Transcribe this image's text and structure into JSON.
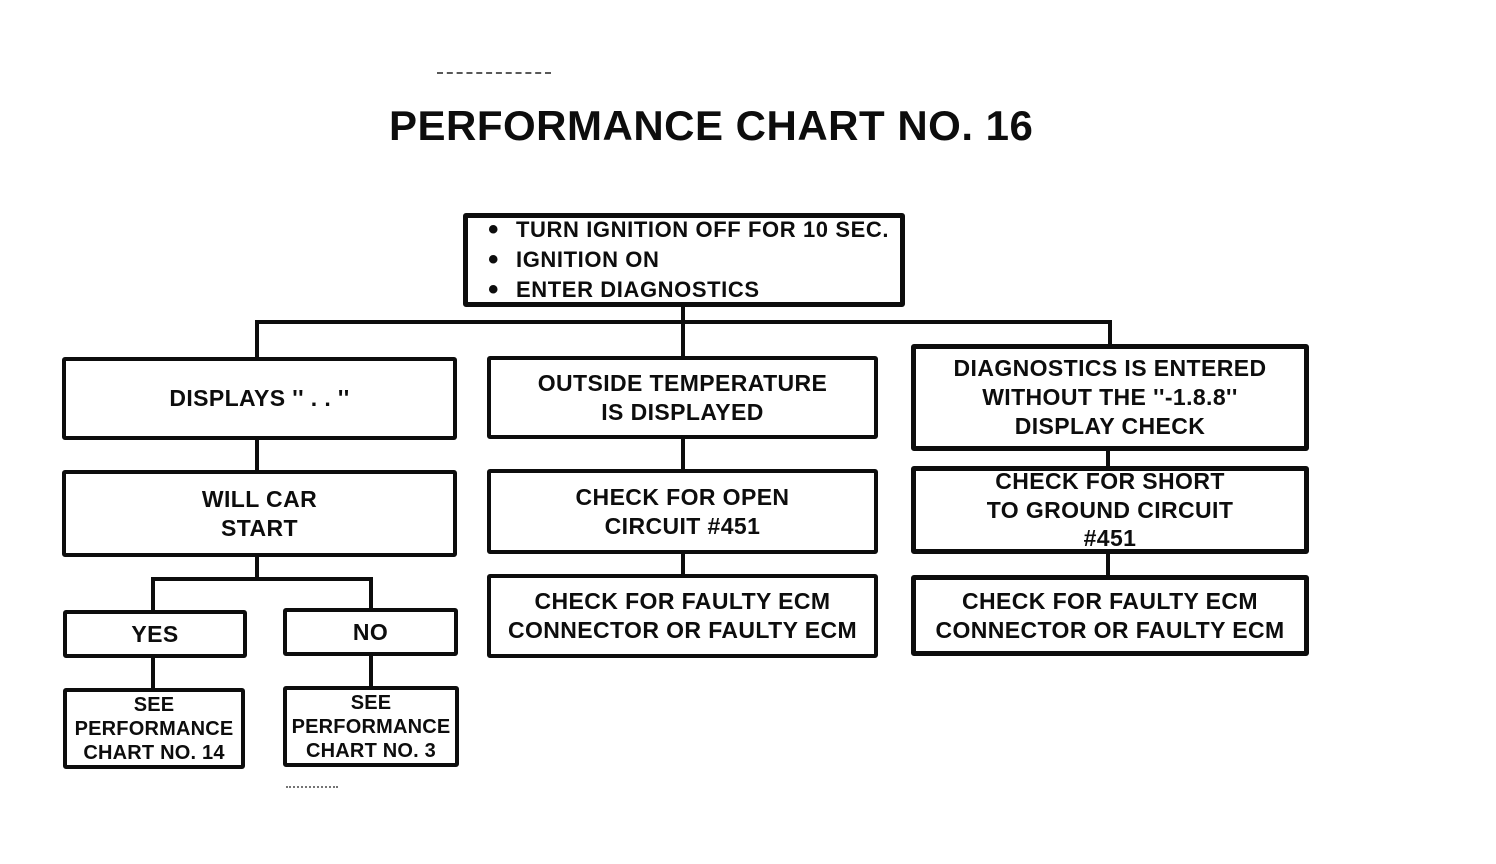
{
  "page": {
    "title": "PERFORMANCE CHART NO. 16"
  },
  "colors": {
    "ink": "#0d0d0d",
    "paper": "#ffffff"
  },
  "chart": {
    "start": {
      "bullet_glyph": "•",
      "bullets": [
        "TURN IGNITION OFF FOR 10 SEC.",
        "IGNITION ON",
        "ENTER DIAGNOSTICS"
      ]
    },
    "left": {
      "condition": "DISPLAYS '' . . ''",
      "question": "WILL CAR\nSTART",
      "yes_label": "YES",
      "no_label": "NO",
      "yes_result": "SEE\nPERFORMANCE\nCHART NO. 14",
      "no_result": "SEE\nPERFORMANCE\nCHART NO. 3"
    },
    "middle": {
      "condition": "OUTSIDE TEMPERATURE\nIS DISPLAYED",
      "step1": "CHECK FOR OPEN\nCIRCUIT #451",
      "step2": "CHECK FOR FAULTY ECM\nCONNECTOR OR FAULTY ECM"
    },
    "right": {
      "condition": "DIAGNOSTICS IS ENTERED\nWITHOUT THE ''-1.8.8''\nDISPLAY CHECK",
      "step1": "CHECK FOR SHORT\nTO GROUND CIRCUIT\n#451",
      "step2": "CHECK FOR FAULTY ECM\nCONNECTOR OR FAULTY ECM"
    }
  }
}
